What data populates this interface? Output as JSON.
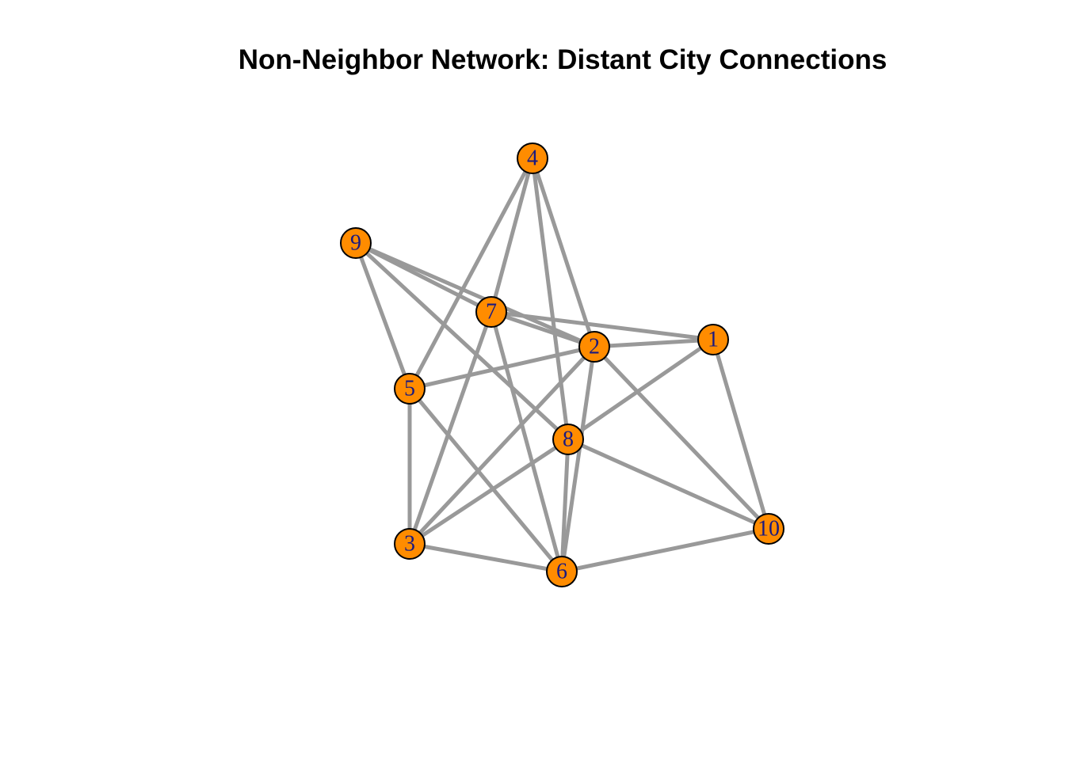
{
  "title": "Non-Neighbor Network: Distant City Connections",
  "colors": {
    "node_fill": "#FF8C00",
    "node_border": "#000000",
    "edge": "#999999",
    "label": "#1a1a80"
  },
  "nodes": [
    {
      "id": "1"
    },
    {
      "id": "2"
    },
    {
      "id": "3"
    },
    {
      "id": "4"
    },
    {
      "id": "5"
    },
    {
      "id": "6"
    },
    {
      "id": "7"
    },
    {
      "id": "8"
    },
    {
      "id": "9"
    },
    {
      "id": "10"
    }
  ],
  "edges": [
    [
      "4",
      "5"
    ],
    [
      "4",
      "7"
    ],
    [
      "4",
      "2"
    ],
    [
      "4",
      "8"
    ],
    [
      "9",
      "7"
    ],
    [
      "9",
      "2"
    ],
    [
      "9",
      "8"
    ],
    [
      "9",
      "5"
    ],
    [
      "7",
      "1"
    ],
    [
      "7",
      "2"
    ],
    [
      "7",
      "3"
    ],
    [
      "7",
      "6"
    ],
    [
      "2",
      "1"
    ],
    [
      "2",
      "5"
    ],
    [
      "2",
      "3"
    ],
    [
      "2",
      "6"
    ],
    [
      "2",
      "10"
    ],
    [
      "1",
      "8"
    ],
    [
      "1",
      "10"
    ],
    [
      "5",
      "3"
    ],
    [
      "5",
      "6"
    ],
    [
      "8",
      "3"
    ],
    [
      "8",
      "6"
    ],
    [
      "8",
      "10"
    ],
    [
      "3",
      "6"
    ],
    [
      "6",
      "10"
    ]
  ]
}
